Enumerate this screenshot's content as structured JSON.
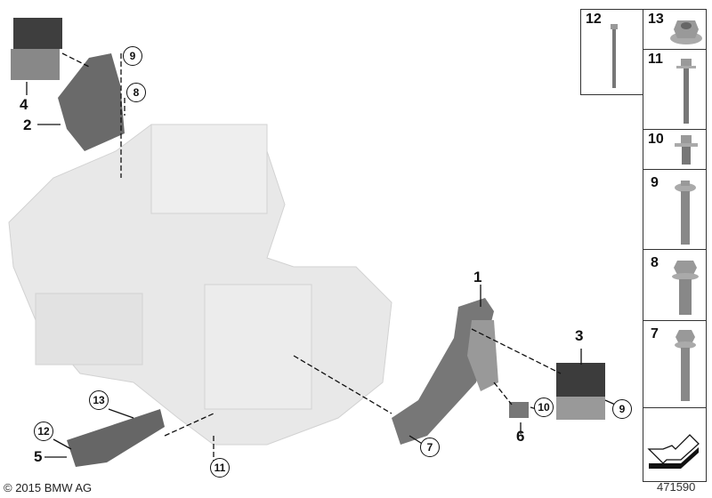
{
  "copyright": "© 2015 BMW AG",
  "diagram_number": "471590",
  "callouts": {
    "plain": [
      "1",
      "2",
      "3",
      "4",
      "5",
      "6"
    ],
    "circled": [
      "7",
      "8",
      "9",
      "9",
      "10",
      "11",
      "12",
      "13"
    ]
  },
  "parts_column": [
    {
      "label": "12",
      "icon": "long-bolt-icon"
    },
    {
      "label": "13",
      "icon": "flange-nut-icon"
    },
    {
      "label": "11",
      "icon": "long-bolt-icon"
    },
    {
      "label": "10",
      "icon": "short-bolt-icon"
    },
    {
      "label": "9",
      "icon": "bolt-icon"
    },
    {
      "label": "8",
      "icon": "hex-bolt-icon"
    },
    {
      "label": "7",
      "icon": "bolt-icon"
    }
  ],
  "colors": {
    "part_dark": "#4a4a4a",
    "part_mid": "#8a8a8a",
    "engine": "#e6e6e6",
    "line": "#111111"
  }
}
